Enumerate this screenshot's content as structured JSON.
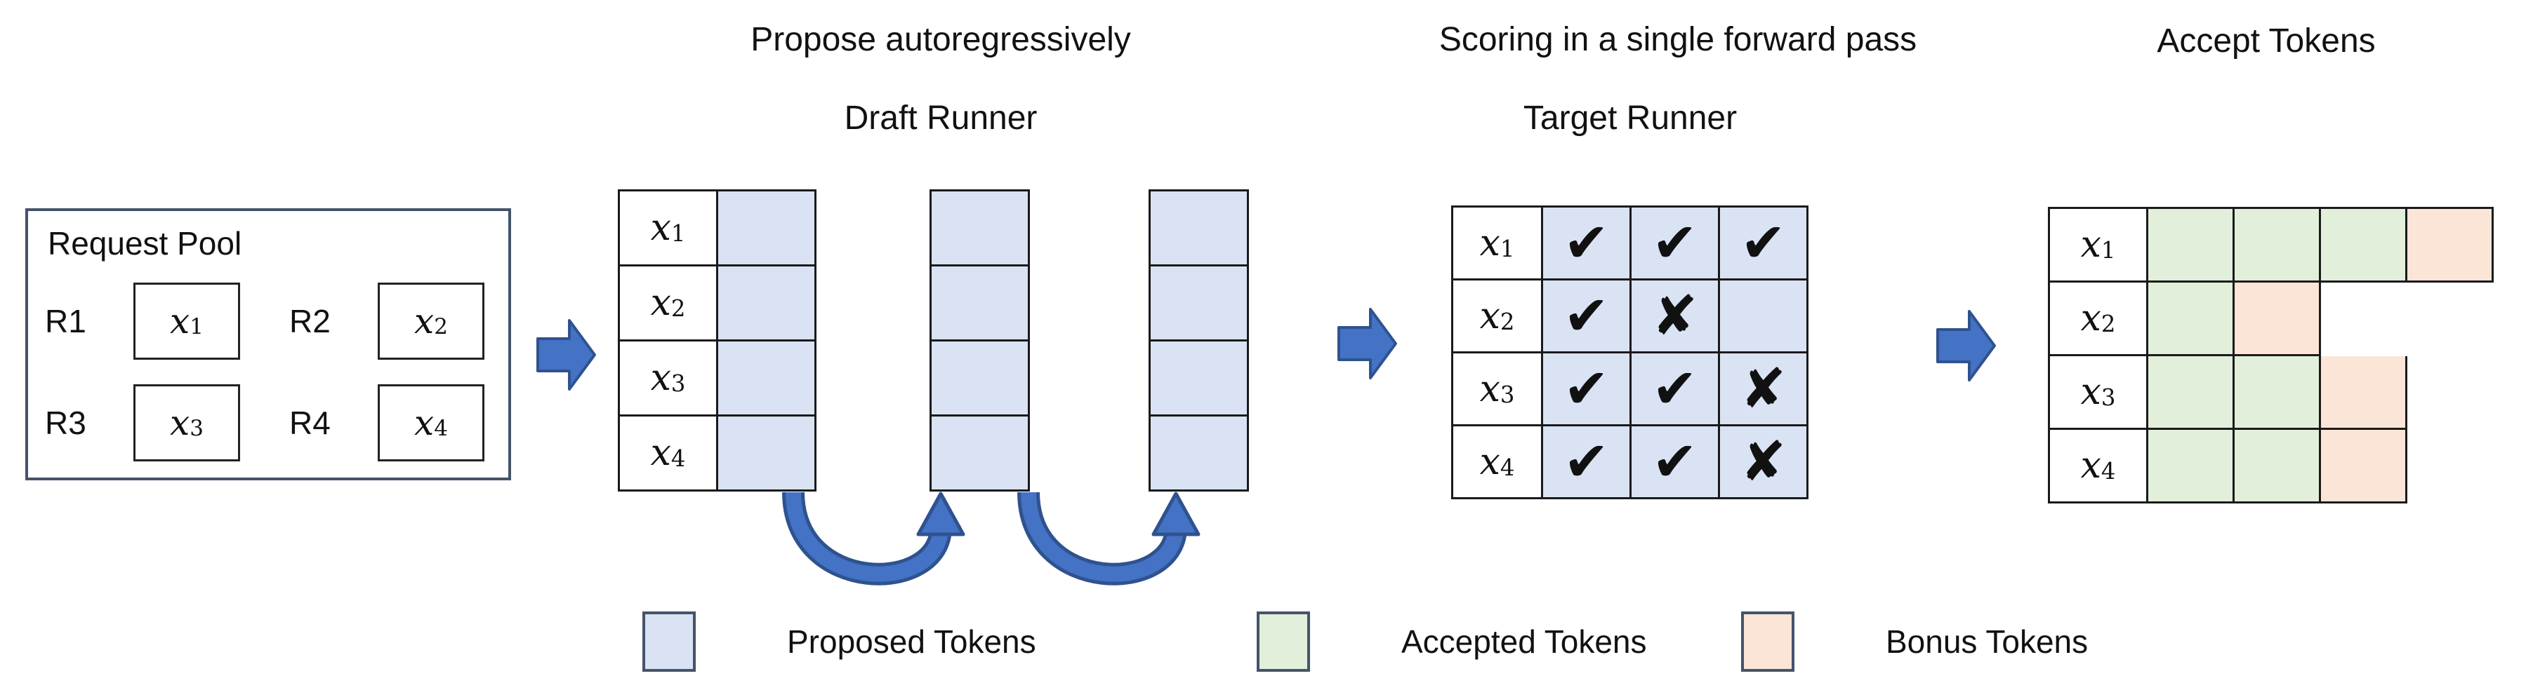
{
  "request_pool": {
    "title": "Request Pool",
    "requests": [
      {
        "id": "R1",
        "base": "x",
        "sub": "1"
      },
      {
        "id": "R2",
        "base": "x",
        "sub": "2"
      },
      {
        "id": "R3",
        "base": "x",
        "sub": "3"
      },
      {
        "id": "R4",
        "base": "x",
        "sub": "4"
      }
    ]
  },
  "row_labels": [
    {
      "base": "x",
      "sub": "1"
    },
    {
      "base": "x",
      "sub": "2"
    },
    {
      "base": "x",
      "sub": "3"
    },
    {
      "base": "x",
      "sub": "4"
    }
  ],
  "draft_runner": {
    "title_line1": "Propose autoregressively",
    "title_line2": "Draft Runner",
    "proposal_columns": 3,
    "rows_per_column": 4
  },
  "target_runner": {
    "title_line1": "Scoring in a single forward pass",
    "title_line2": "Target Runner",
    "rows": [
      {
        "marks": [
          "check",
          "check",
          "check"
        ]
      },
      {
        "marks": [
          "check",
          "cross",
          "blank"
        ]
      },
      {
        "marks": [
          "check",
          "check",
          "cross"
        ]
      },
      {
        "marks": [
          "check",
          "check",
          "cross"
        ]
      }
    ]
  },
  "accept_tokens": {
    "title": "Accept Tokens",
    "rows": [
      {
        "cells": [
          "accepted",
          "accepted",
          "accepted",
          "bonus"
        ]
      },
      {
        "cells": [
          "accepted",
          "bonus",
          "empty",
          "empty"
        ]
      },
      {
        "cells": [
          "accepted",
          "accepted",
          "bonus",
          "empty"
        ]
      },
      {
        "cells": [
          "accepted",
          "accepted",
          "bonus",
          "empty"
        ]
      }
    ]
  },
  "legend": {
    "items": [
      {
        "name": "proposed",
        "label": "Proposed Tokens",
        "color": "#dae3f3"
      },
      {
        "name": "accepted",
        "label": "Accepted Tokens",
        "color": "#e2efda"
      },
      {
        "name": "bonus",
        "label": "Bonus Tokens",
        "color": "#fbe5d6"
      }
    ]
  },
  "glyphs": {
    "check": "✔",
    "cross": "✘",
    "blank": ""
  },
  "colors": {
    "proposed_fill": "#dae3f3",
    "accepted_fill": "#e2efda",
    "bonus_fill": "#fbe5d6",
    "arrow_fill": "#4472c4",
    "arrow_stroke": "#2f528f",
    "grid_border": "#1a1a1a",
    "pool_border": "#44546a",
    "mark_color": "#111111"
  }
}
